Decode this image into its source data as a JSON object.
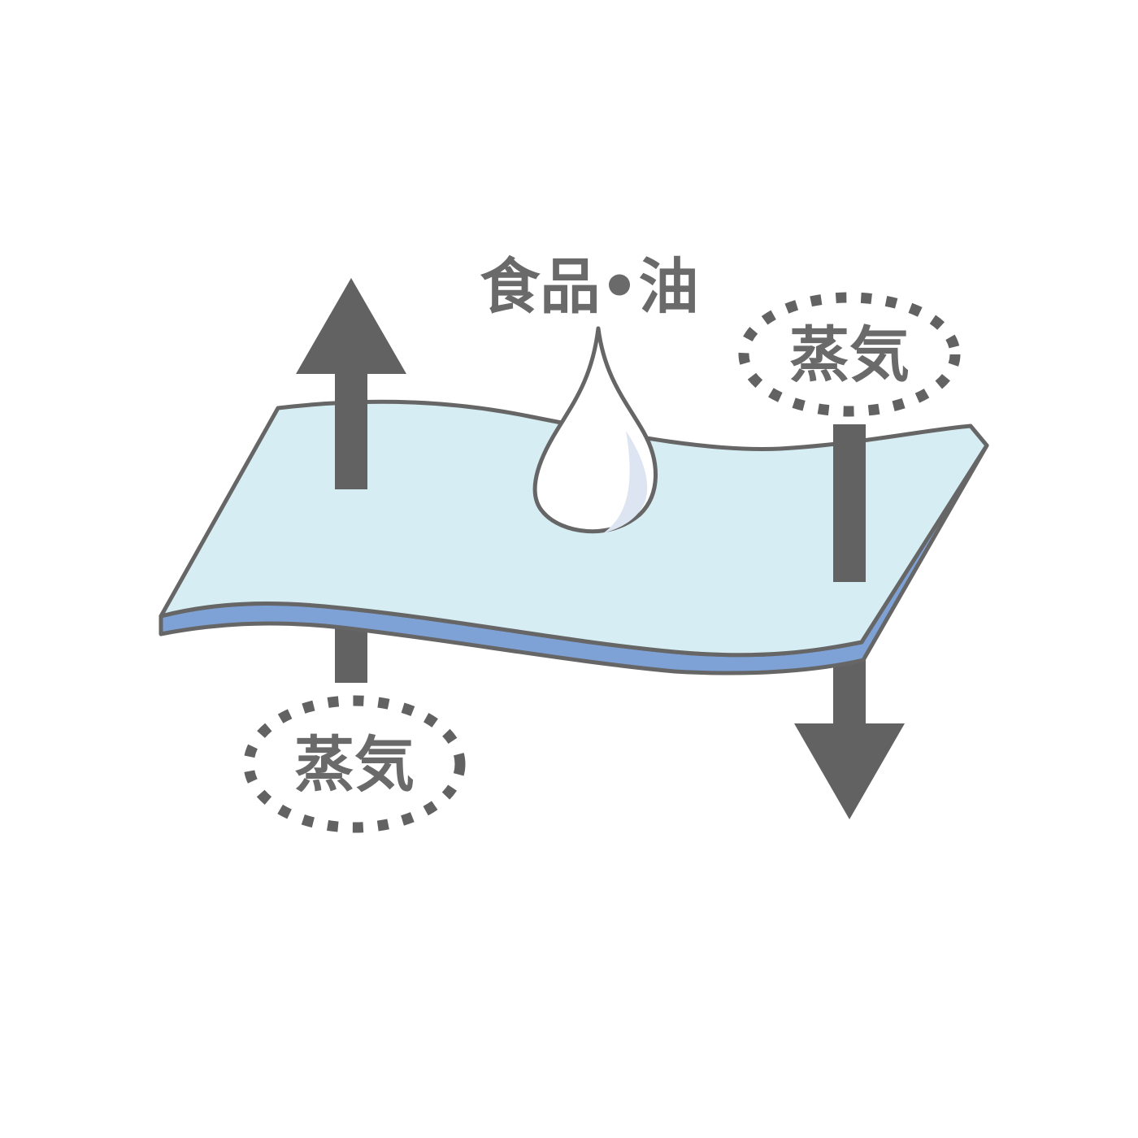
{
  "labels": {
    "food_oil": "食品•油",
    "steam_top": "蒸気",
    "steam_bottom": "蒸気"
  },
  "colors": {
    "sheet_top": "#d6edf3",
    "sheet_edge": "#7fa2d6",
    "outline": "#666666",
    "arrow": "#626262",
    "droplet_fill": "#ffffff",
    "droplet_shade": "#dde5f3",
    "text": "#6a6a6a",
    "background": "#ffffff"
  },
  "icons": {
    "droplet": "droplet-icon",
    "up_arrow": "arrow-up-icon",
    "down_arrow": "arrow-down-icon"
  }
}
